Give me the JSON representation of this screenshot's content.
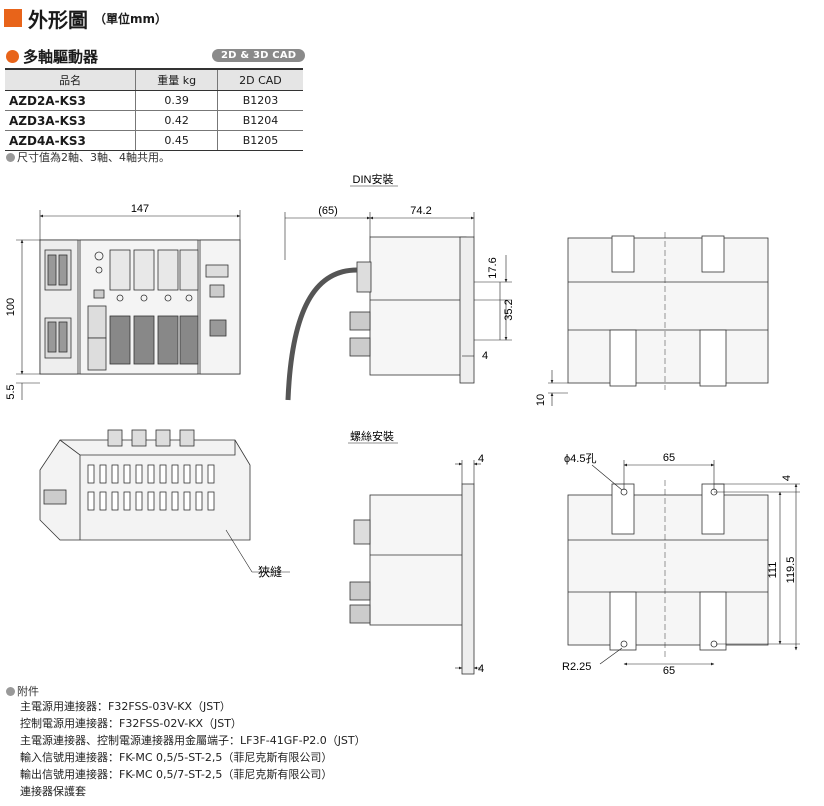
{
  "header": {
    "title": "外形圖",
    "unit": "（單位mm）"
  },
  "section": {
    "title": "多軸驅動器",
    "cad_badge": "2D & 3D CAD"
  },
  "spec_table": {
    "headers": [
      "品名",
      "重量 kg",
      "2D CAD"
    ],
    "rows": [
      {
        "name": "AZD2A-KS3",
        "weight": "0.39",
        "cad": "B1203"
      },
      {
        "name": "AZD3A-KS3",
        "weight": "0.42",
        "cad": "B1204"
      },
      {
        "name": "AZD4A-KS3",
        "weight": "0.45",
        "cad": "B1205"
      }
    ]
  },
  "note": "尺寸值為2軸、3軸、4軸共用。",
  "drawing_labels": {
    "din_mount": "DIN安裝",
    "screw_mount": "螺絲安裝",
    "slit": "狹縫",
    "dim_147": "147",
    "dim_100": "100",
    "dim_5_5": "5.5",
    "dim_65_paren": "(65)",
    "dim_74_2": "74.2",
    "dim_17_6": "17.6",
    "dim_35_2": "35.2",
    "dim_4_a": "4",
    "dim_10": "10",
    "dim_4_b": "4",
    "dim_4_c": "4",
    "hole": "ϕ4.5孔",
    "dim_65_top": "65",
    "dim_4_right": "4",
    "dim_111": "111",
    "dim_119_5": "119.5",
    "radius": "R2.25",
    "dim_65_bottom": "65"
  },
  "accessories": {
    "title": "附件",
    "items": [
      "主電源用連接器：F32FSS-03V-KX（JST）",
      "控制電源用連接器：F32FSS-02V-KX（JST）",
      "主電源連接器、控制電源連接器用金屬端子：LF3F-41GF-P2.0（JST）",
      "輸入信號用連接器：FK-MC 0,5/5-ST-2,5（菲尼克斯有限公司）",
      "輸出信號用連接器：FK-MC 0,5/7-ST-2,5（菲尼克斯有限公司）",
      "連接器保護套"
    ]
  },
  "colors": {
    "accent": "#e8641a",
    "badge": "#8a8a8a"
  }
}
